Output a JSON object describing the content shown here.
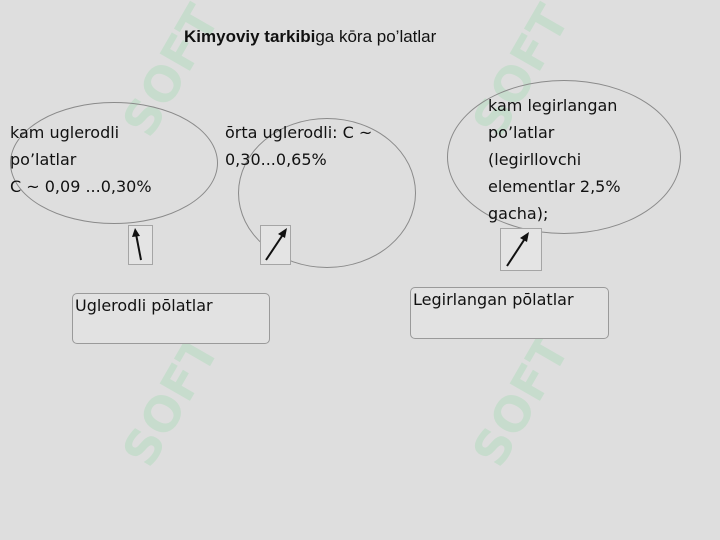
{
  "title": {
    "bold": "Kimyoviy tarkibi",
    "rest": "ga  kōra po’latlar"
  },
  "boxes": {
    "low_carbon": "kam uglerodli\npo’latlar\nC ~ 0,09 ...0,30%",
    "mid_carbon": "ōrta  uglerodli: C ~\n0,30...0,65%",
    "low_alloy": "kam legirlangan\npo’latlar\n(legirllovchi\nelementlar 2,5%\ngacha);"
  },
  "groups": {
    "carbon": "Uglerodli pōlatlar",
    "alloy": "Legirlangan pōlatlar"
  },
  "watermark": {
    "text": "SOFT",
    "color": "#b6dcc0"
  }
}
